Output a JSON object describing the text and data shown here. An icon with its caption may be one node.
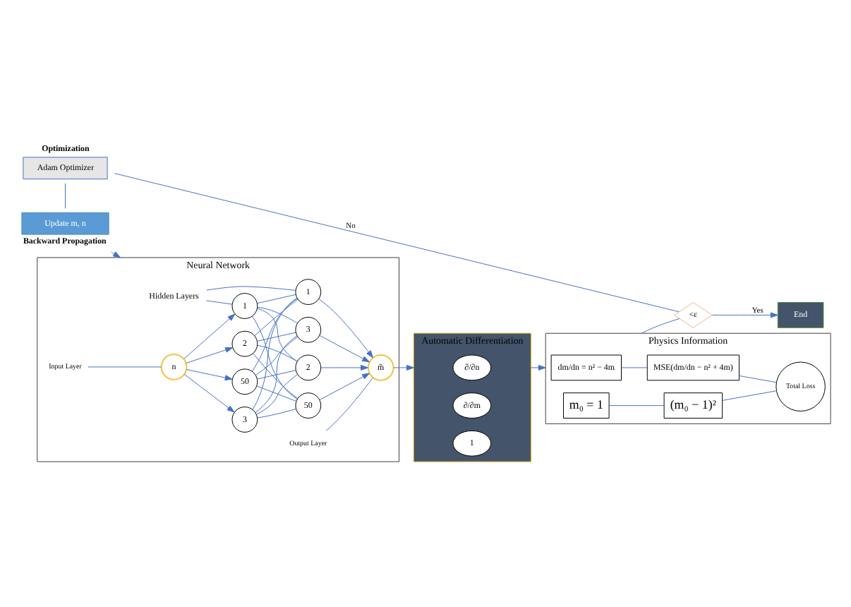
{
  "diagram": {
    "nodes": [
      {
        "text": [
          "Neural Network"
        ]
      },
      {
        "text": [
          "Hidden Layers"
        ],
        "in": 0
      },
      {
        "text": [
          "Input Layer"
        ],
        "in": 0
      },
      {
        "text": [
          "Output Layer"
        ],
        "in": 0
      },
      {
        "text": [
          "n"
        ],
        "in": 0
      },
      {
        "text": [
          "1"
        ],
        "in": 0
      },
      {
        "text": [
          "2"
        ],
        "in": 0
      },
      {
        "text": [
          "3"
        ],
        "in": 0
      },
      {
        "text": [
          "50"
        ],
        "in": 0
      },
      {
        "text": [
          "1"
        ],
        "in": 0
      },
      {
        "text": [
          "2"
        ],
        "in": 0
      },
      {
        "text": [
          "3"
        ],
        "in": 0
      },
      {
        "text": [
          "50"
        ],
        "in": 0
      },
      {
        "text": [
          "m̂"
        ],
        "in": 0
      },
      {
        "text": [
          "Automatic Differentiation"
        ]
      },
      {
        "text": [
          "∂/∂n"
        ],
        "in": 14
      },
      {
        "text": [
          "∂/∂m"
        ],
        "in": 14
      },
      {
        "text": [
          "1"
        ],
        "in": 14
      },
      {
        "text": [
          "Physics Information"
        ]
      },
      {
        "text": [
          "dm/dn = n² − 4m"
        ],
        "in": 18
      },
      {
        "text": [
          "MSE(dm/dn − n² + 4m)"
        ],
        "in": 18
      },
      {
        "text": [
          "m₀ = 1"
        ],
        "in": 18
      },
      {
        "text": [
          "(m₀ − 1)²"
        ],
        "in": 18
      },
      {
        "text": [
          "Total Loss"
        ],
        "in": 18
      },
      {
        "text": [
          "Update m, n"
        ],
        "beside": [
          "Backward Propagation"
        ]
      },
      {
        "text": [
          "Adam Optimizer"
        ],
        "beside": [
          "Optimization"
        ]
      },
      {
        "text": [
          "<ε"
        ]
      },
      {
        "text": [
          "End"
        ]
      }
    ],
    "edges": [
      {
        "from": 2,
        "to": 4,
        "arrow": "none"
      },
      {
        "from": 1,
        "to": 5,
        "arrow": "none"
      },
      {
        "from": 1,
        "to": 9,
        "arrow": "none"
      },
      {
        "from": 3,
        "to": 13,
        "arrow": "none"
      },
      {
        "from": 4,
        "to": 5,
        "arrow": "to"
      },
      {
        "from": 4,
        "to": 6,
        "arrow": "to"
      },
      {
        "from": 4,
        "to": 7,
        "arrow": "to"
      },
      {
        "from": 4,
        "to": 8,
        "arrow": "to"
      },
      {
        "from": 5,
        "to": 9,
        "arrow": "none"
      },
      {
        "from": 5,
        "to": 10,
        "arrow": "none"
      },
      {
        "from": 5,
        "to": 11,
        "arrow": "none"
      },
      {
        "from": 5,
        "to": 12,
        "arrow": "none"
      },
      {
        "from": 6,
        "to": 9,
        "arrow": "none"
      },
      {
        "from": 6,
        "to": 10,
        "arrow": "none"
      },
      {
        "from": 6,
        "to": 11,
        "arrow": "none"
      },
      {
        "from": 6,
        "to": 12,
        "arrow": "none"
      },
      {
        "from": 7,
        "to": 9,
        "arrow": "none"
      },
      {
        "from": 7,
        "to": 10,
        "arrow": "none"
      },
      {
        "from": 7,
        "to": 11,
        "arrow": "none"
      },
      {
        "from": 7,
        "to": 12,
        "arrow": "none"
      },
      {
        "from": 8,
        "to": 9,
        "arrow": "none"
      },
      {
        "from": 8,
        "to": 10,
        "arrow": "none"
      },
      {
        "from": 8,
        "to": 11,
        "arrow": "none"
      },
      {
        "from": 8,
        "to": 12,
        "arrow": "none"
      },
      {
        "from": 9,
        "to": 13,
        "arrow": "to"
      },
      {
        "from": 10,
        "to": 13,
        "arrow": "to"
      },
      {
        "from": 11,
        "to": 13,
        "arrow": "to"
      },
      {
        "from": 12,
        "to": 13,
        "arrow": "to"
      },
      {
        "from": 13,
        "to": 14,
        "arrow": "to"
      },
      {
        "from": 14,
        "to": 18,
        "arrow": "to"
      },
      {
        "from": 19,
        "to": 20,
        "arrow": "none"
      },
      {
        "from": 21,
        "to": 22,
        "arrow": "none"
      },
      {
        "from": 20,
        "to": 23,
        "arrow": "none"
      },
      {
        "from": 22,
        "to": 23,
        "arrow": "none"
      },
      {
        "from": 18,
        "to": 26,
        "arrow": "none"
      },
      {
        "from": 26,
        "to": 25,
        "label": "No",
        "arrow": "none"
      },
      {
        "from": 25,
        "to": 24,
        "arrow": "none"
      },
      {
        "from": 24,
        "to": 0,
        "arrow": "to"
      },
      {
        "from": 26,
        "to": 27,
        "label": "Yes",
        "arrow": "to"
      }
    ]
  }
}
